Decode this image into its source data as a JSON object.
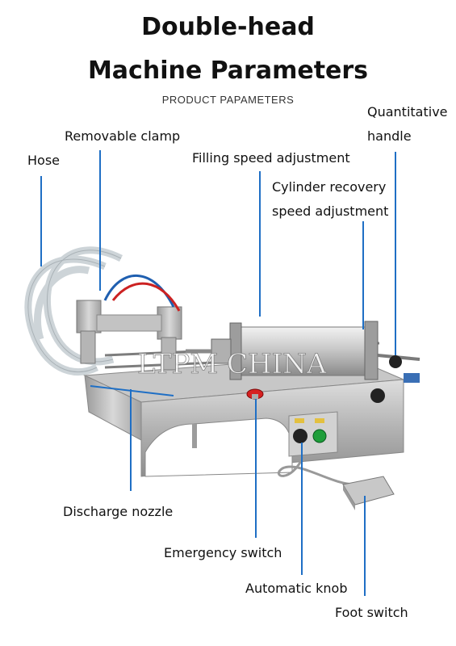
{
  "title_line1": "Double-head",
  "title_line2": "Machine Parameters",
  "subtitle": "PRODUCT PAPAMETERS",
  "watermark": "LTPM CHINA",
  "labels": {
    "hose": "Hose",
    "removable_clamp": "Removable clamp",
    "filling_speed": "Filling speed adjustment",
    "cylinder_line1": "Cylinder recovery",
    "cylinder_line2": "speed adjustment",
    "quantitative_line1": "Quantitative",
    "quantitative_line2": "handle",
    "discharge_nozzle": "Discharge nozzle",
    "emergency_switch": "Emergency switch",
    "automatic_knob": "Automatic knob",
    "foot_switch": "Foot switch"
  },
  "colors": {
    "leader_line": "#1f6fc5",
    "steel": "#b9b9b9",
    "emergency_button": "#d62020",
    "start_button": "#1e9e3a"
  }
}
